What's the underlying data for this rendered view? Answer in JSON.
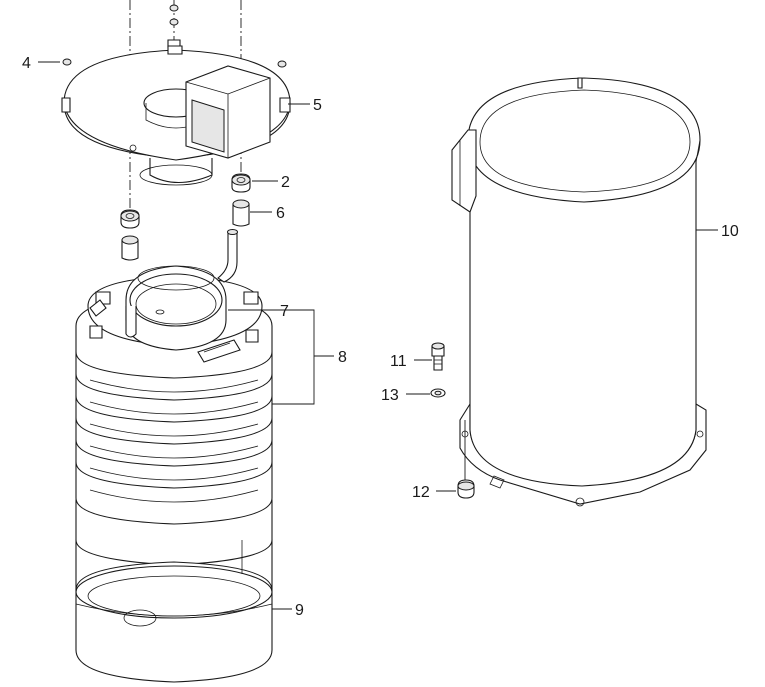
{
  "callouts": {
    "c2": "2",
    "c4": "4",
    "c5": "5",
    "c6": "6",
    "c7": "7",
    "c8": "8",
    "c9": "9",
    "c10": "10",
    "c11": "11",
    "c12": "12",
    "c13": "13"
  }
}
